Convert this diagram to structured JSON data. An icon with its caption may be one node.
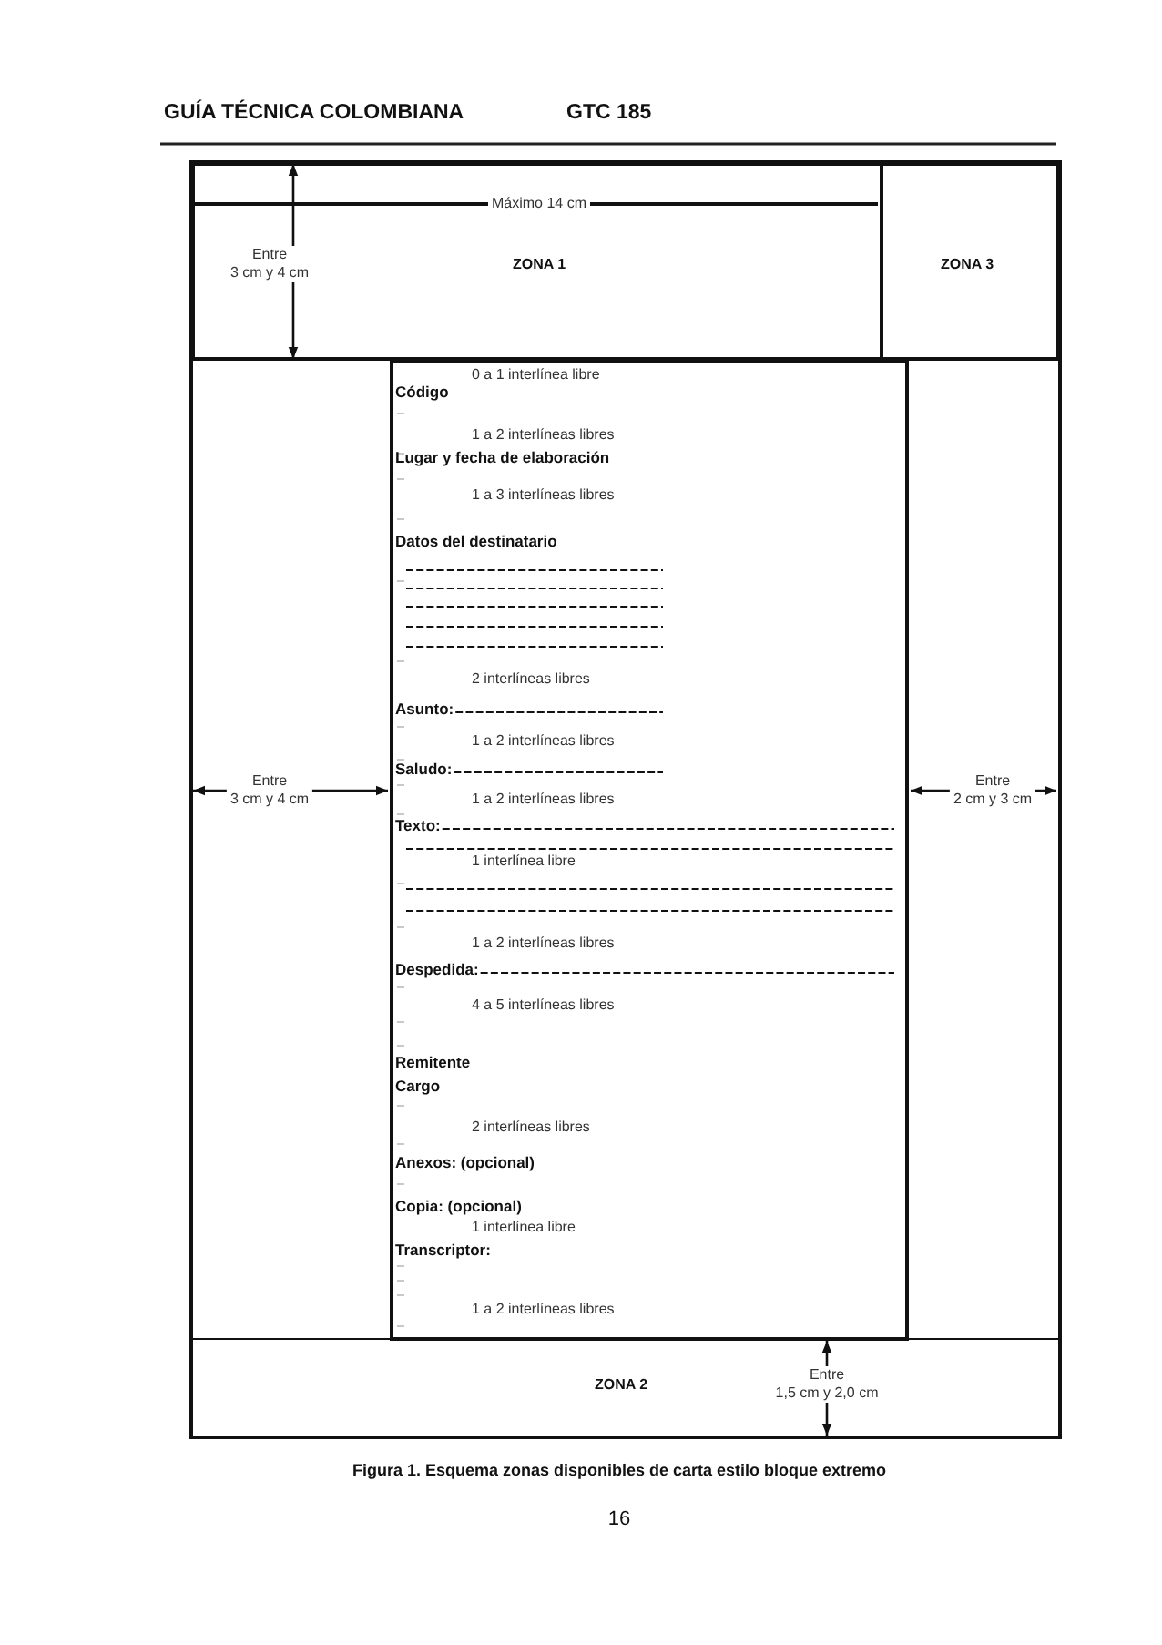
{
  "diagram": {
    "caption": "Figura 1. Esquema zonas disponibles de carta estilo bloque extremo",
    "nodes": [
      {
        "text": [
          "ZONA 1"
        ]
      },
      {
        "text": [
          "ZONA 3"
        ]
      },
      {
        "text": [
          "0 a 1 interlínea libre",
          "Código",
          "1 a 2 interlíneas libres",
          "Lugar y fecha de elaboración",
          "1 a 3 interlíneas libres",
          "Datos del destinatario",
          "2 interlíneas libres",
          "Asunto:",
          "1 a 2 interlíneas libres",
          "Saludo:",
          "1 a 2 interlíneas libres",
          "Texto:",
          "1 interlínea libre",
          "1 a 2 interlíneas libres",
          "Despedida:",
          "4 a 5 interlíneas libres",
          "Remitente",
          "Cargo",
          "2 interlíneas libres",
          "Anexos: (opcional)",
          "Copia: (opcional)",
          "1 interlínea libre",
          "Transcriptor:",
          "1 a 2 interlíneas libres"
        ]
      },
      {
        "text": [
          "ZONA 2"
        ]
      }
    ],
    "labels": [
      "GUÍA TÉCNICA COLOMBIANA",
      "GTC 185",
      "Máximo 14 cm",
      "Entre 3 cm y 4 cm",
      "Entre 3 cm y 4 cm",
      "Entre 2 cm y 3 cm",
      "Entre 1,5 cm y 2,0 cm",
      "16"
    ]
  }
}
